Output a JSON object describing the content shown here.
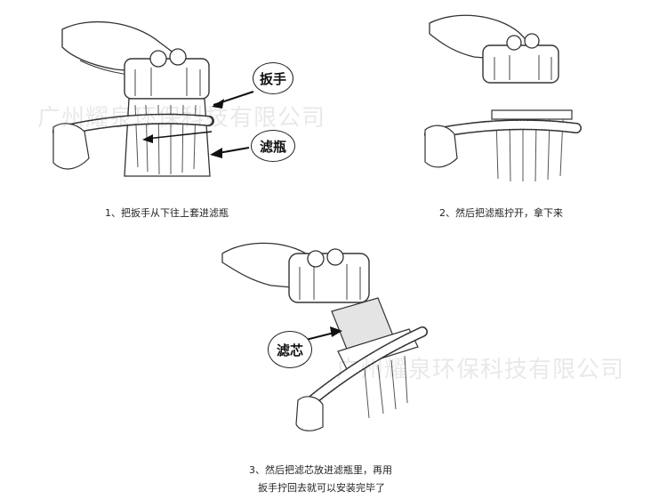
{
  "steps": [
    {
      "caption": "1、把扳手从下往上套进滤瓶",
      "labels": [
        "扳手",
        "滤瓶"
      ]
    },
    {
      "caption": "2、然后把滤瓶拧开，拿下来"
    },
    {
      "caption_line1": "3、然后把滤芯放进滤瓶里，再用",
      "caption_line2": "扳手拧回去就可以安装完毕了",
      "labels": [
        "滤芯"
      ]
    }
  ],
  "watermark": "广州耀泉环保科技有限公司"
}
